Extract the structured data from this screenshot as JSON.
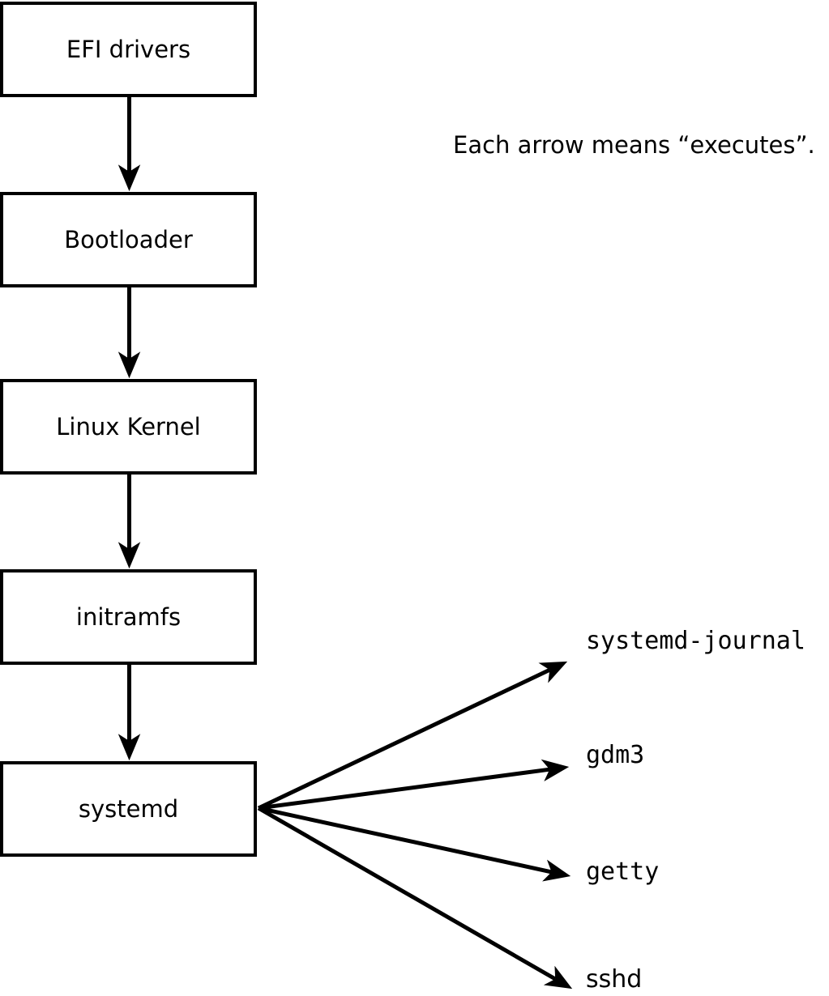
{
  "annotation": {
    "text": "Each arrow means “executes”."
  },
  "flow_nodes": [
    {
      "id": "efi-drivers",
      "label": "EFI drivers"
    },
    {
      "id": "bootloader",
      "label": "Bootloader"
    },
    {
      "id": "linux-kernel",
      "label": "Linux Kernel"
    },
    {
      "id": "initramfs",
      "label": "initramfs"
    },
    {
      "id": "systemd",
      "label": "systemd"
    }
  ],
  "targets": [
    {
      "id": "systemd-journal",
      "label": "systemd-journal"
    },
    {
      "id": "gdm3",
      "label": "gdm3"
    },
    {
      "id": "getty",
      "label": "getty"
    },
    {
      "id": "sshd",
      "label": "sshd"
    }
  ],
  "edges": [
    {
      "from": "EFI drivers",
      "to": "Bootloader",
      "meaning": "executes"
    },
    {
      "from": "Bootloader",
      "to": "Linux Kernel",
      "meaning": "executes"
    },
    {
      "from": "Linux Kernel",
      "to": "initramfs",
      "meaning": "executes"
    },
    {
      "from": "initramfs",
      "to": "systemd",
      "meaning": "executes"
    },
    {
      "from": "systemd",
      "to": "systemd-journal",
      "meaning": "executes"
    },
    {
      "from": "systemd",
      "to": "gdm3",
      "meaning": "executes"
    },
    {
      "from": "systemd",
      "to": "getty",
      "meaning": "executes"
    },
    {
      "from": "systemd",
      "to": "sshd",
      "meaning": "executes"
    }
  ],
  "colors": {
    "background": "#ffffff",
    "stroke": "#000000",
    "box_fill": "#ffffff",
    "text": "#000000"
  }
}
